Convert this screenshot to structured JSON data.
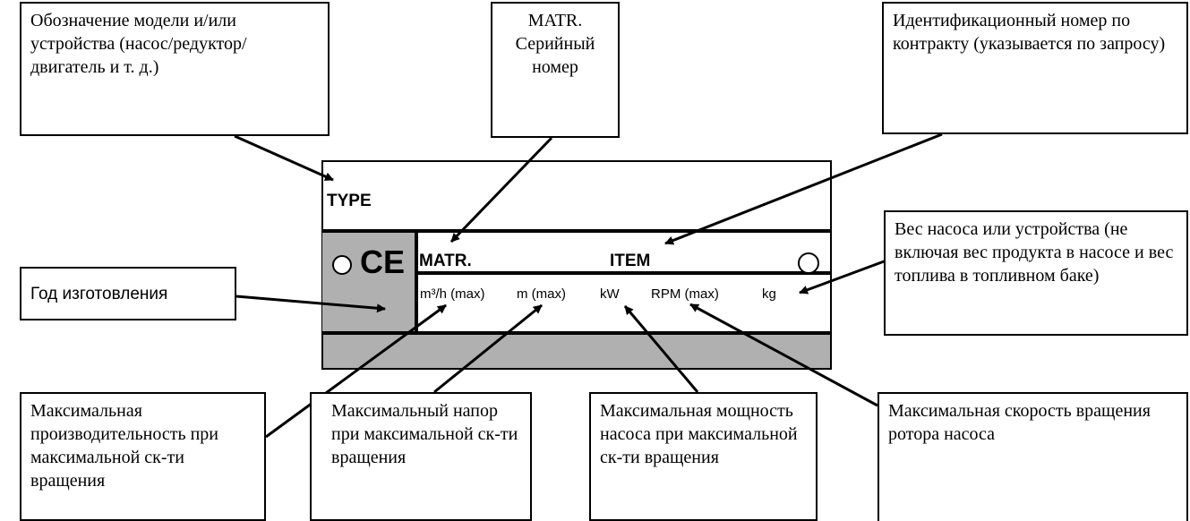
{
  "callouts": {
    "model": "Обозначение модели и/или устройства (насос/редуктор/двигатель и т. д.)",
    "serial": "MATR.\nСерийный\nномер",
    "contract": "Идентификационный номер по контракту (указывается по запросу)",
    "weight": "Вес насоса или устройства (не включая вес продукта в насосе и вес топлива в топливном баке)",
    "year": "Год изготовления",
    "capacity": "Максимальная производительность при максимальной ск-ти вращения",
    "head": "Максимальный напор при максимальной ск-ти вращения",
    "power": "Максимальная мощность насоса при максимальной ск-ти вращения",
    "speed": "Максимальная скорость вращения ротора насоса"
  },
  "plate": {
    "type_label": "TYPE",
    "ce_mark": "CE",
    "matr_label": "MATR.",
    "item_label": "ITEM",
    "flow_label": "m³/h (max)",
    "head_label": "m (max)",
    "power_label": "kW",
    "rpm_label": "RPM (max)",
    "weight_label": "kg"
  },
  "colors": {
    "plate_gray": "#b0b0b0",
    "line": "#000000"
  }
}
